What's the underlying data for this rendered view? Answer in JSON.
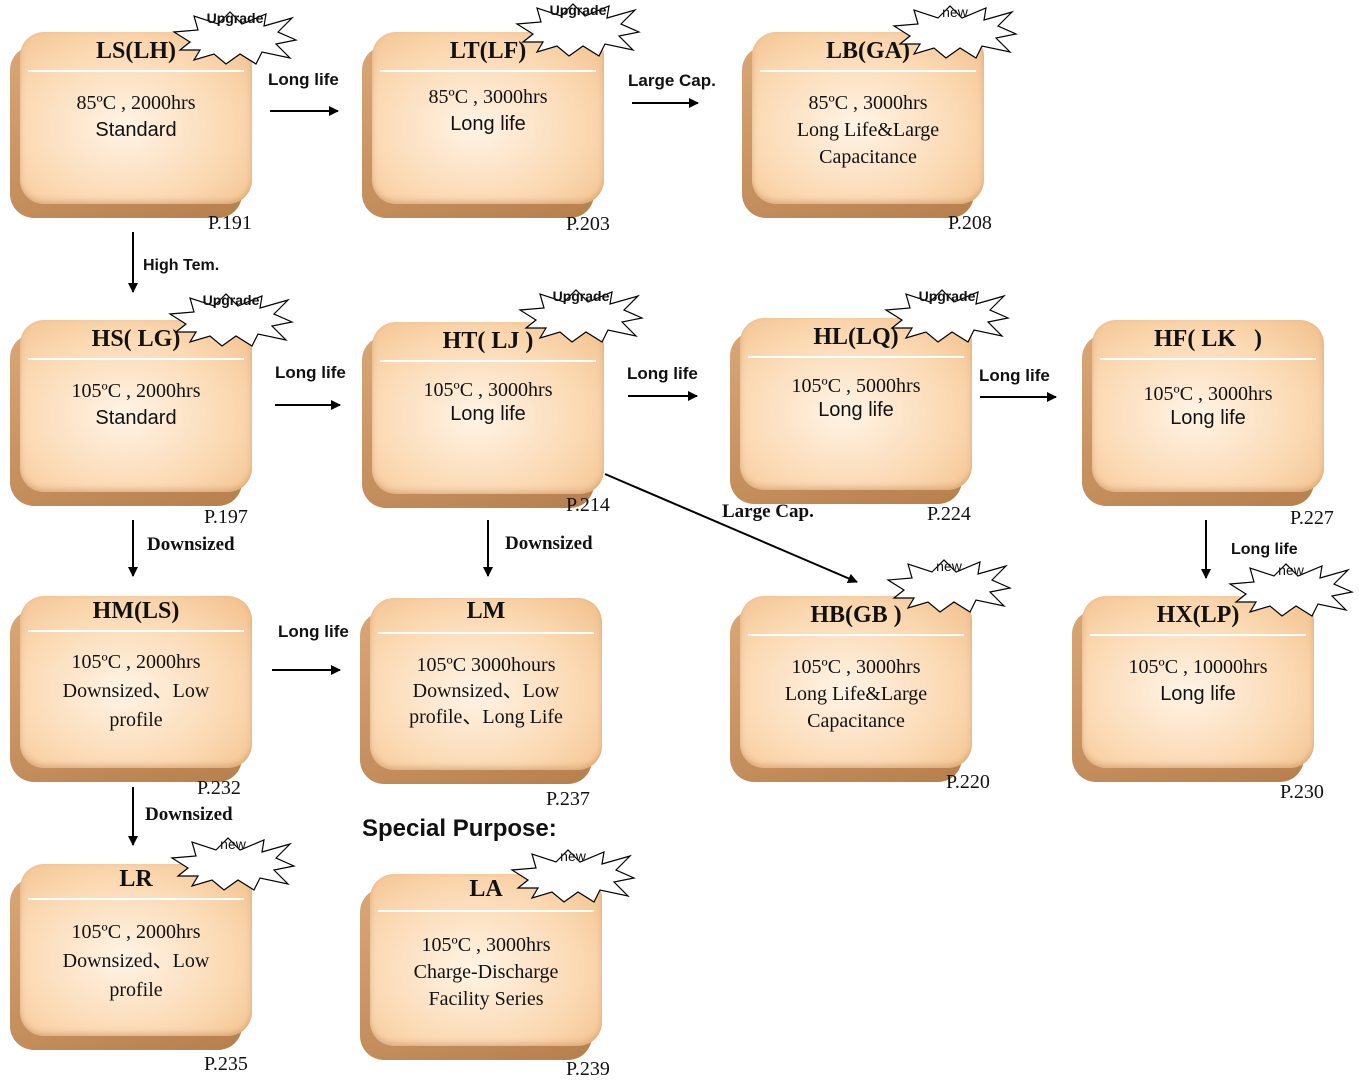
{
  "nodes": {
    "ls": {
      "title": "LS(LH)",
      "line1": "85ºC , 2000hrs",
      "line2": "Standard",
      "page": "P.191",
      "badge": "Upgrade"
    },
    "lt": {
      "title": "LT(LF)",
      "line1": "85ºC , 3000hrs",
      "line2": "Long life",
      "page": "P.203",
      "badge": "Upgrade"
    },
    "lb": {
      "title": "LB(GA)",
      "line1": "85ºC , 3000hrs",
      "line2": "Long Life&Large",
      "line3": "Capacitance",
      "page": "P.208",
      "badge": "new"
    },
    "hs": {
      "title": "HS( LG)",
      "line1": "105ºC , 2000hrs",
      "line2": "Standard",
      "page": "P.197",
      "badge": "Upgrade"
    },
    "ht": {
      "title": "HT( LJ )",
      "line1": "105ºC , 3000hrs",
      "line2": "Long life",
      "page": "P.214",
      "badge": "Upgrade"
    },
    "hl": {
      "title": "HL(LQ)",
      "line1": "105ºC , 5000hrs",
      "line2": "Long life",
      "page": "P.224",
      "badge": "Upgrade"
    },
    "hf": {
      "title": "HF( LK   )",
      "line1": "105ºC , 3000hrs",
      "line2": "Long life",
      "page": "P.227"
    },
    "hm": {
      "title": "HM(LS)",
      "line1": "105ºC , 2000hrs",
      "line2": "Downsized、Low",
      "line3": "profile",
      "page": "P.232"
    },
    "lm": {
      "title": "LM",
      "line1": "105ºC 3000hours",
      "line2": "Downsized、Low",
      "line3": "profile、Long Life",
      "page": "P.237"
    },
    "hb": {
      "title": "HB(GB )",
      "line1": "105ºC , 3000hrs",
      "line2": "Long Life&Large",
      "line3": "Capacitance",
      "page": "P.220",
      "badge": "new"
    },
    "hx": {
      "title": "HX(LP)",
      "line1": "105ºC , 10000hrs",
      "line2": "Long life",
      "page": "P.230",
      "badge": "new"
    },
    "lr": {
      "title": "LR",
      "line1": "105ºC , 2000hrs",
      "line2": "Downsized、Low",
      "line3": "profile",
      "page": "P.235",
      "badge": "new"
    },
    "la": {
      "title": "LA",
      "line1": "105ºC , 3000hrs",
      "line2": "Charge-Discharge",
      "line3": "Facility Series",
      "page": "P.239",
      "badge": "new"
    }
  },
  "labels": {
    "ls_lt": "Long life",
    "lt_lb": "Large Cap.",
    "ls_hs": "High Tem.",
    "hs_ht": "Long life",
    "ht_hl": "Long life",
    "hl_hf": "Long life",
    "ht_hb": "Large Cap.",
    "hs_hm": "Downsized",
    "ht_lm": "Downsized",
    "hm_lm": "Long life",
    "hf_hx": "Long life",
    "hm_lr": "Downsized"
  },
  "special_title": "Special Purpose:"
}
